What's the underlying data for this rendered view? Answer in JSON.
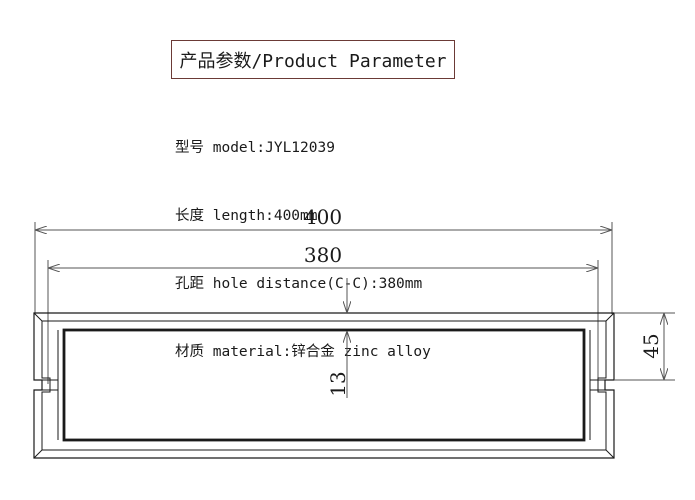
{
  "title": "产品参数/Product Parameter",
  "params": [
    "型号 model:JYL12039",
    "长度 length:400mm",
    "孔距 hole distance(C-C):380mm",
    "材质 material:锌合金 zinc alloy"
  ],
  "dimensions": {
    "overall_length": "400",
    "hole_distance": "380",
    "thickness": "13",
    "height": "45"
  },
  "colors": {
    "line": "#1a1a1a",
    "dimension_line": "#555555",
    "title_border": "#6b3a36"
  }
}
